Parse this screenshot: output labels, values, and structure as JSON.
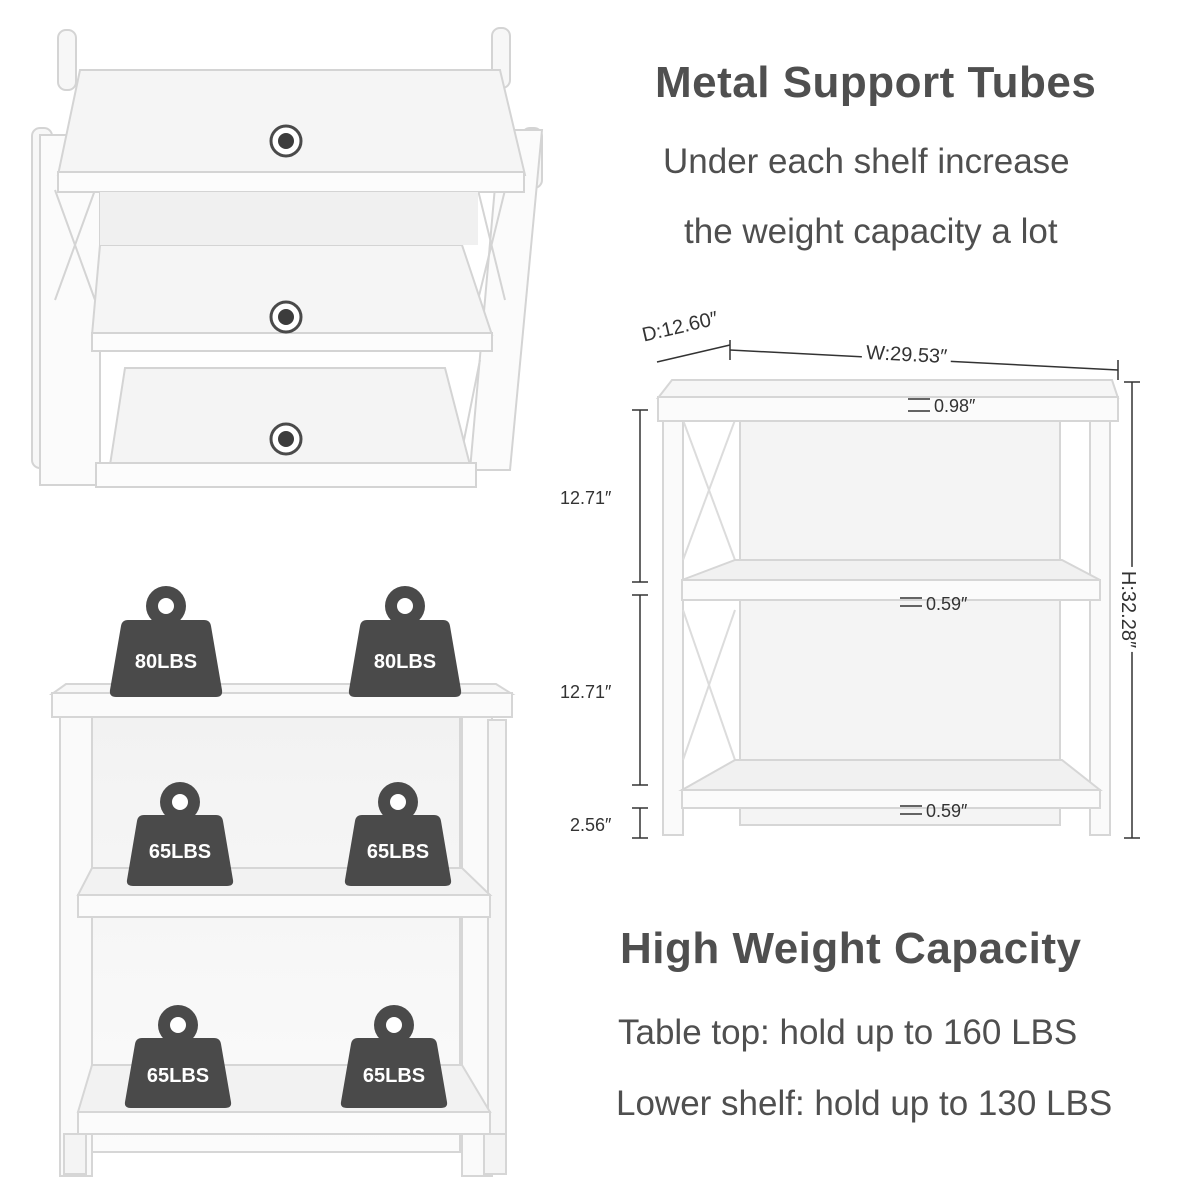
{
  "top_right": {
    "title": "Metal Support Tubes",
    "line1": "Under each shelf increase",
    "line2": "the weight capacity a lot"
  },
  "dimensions": {
    "depth": "D:12.60″",
    "width": "W:29.53″",
    "height": "H:32.28″",
    "top_thickness": "0.98″",
    "mid_shelf_thickness": "0.59″",
    "bottom_shelf_thickness": "0.59″",
    "upper_gap": "12.71″",
    "lower_gap": "12.71″",
    "leg_clearance": "2.56″"
  },
  "weights": {
    "top_left": "80LBS",
    "top_right": "80LBS",
    "mid_left": "65LBS",
    "mid_right": "65LBS",
    "bottom_left": "65LBS",
    "bottom_right": "65LBS"
  },
  "bottom_right": {
    "title": "High Weight Capacity",
    "line1": "Table top: hold up to 160 LBS",
    "line2": "Lower shelf: hold up to 130 LBS"
  },
  "colors": {
    "frame": "#f4f4f4",
    "outline": "#d6d6d6",
    "weight_icon": "#4a4a4a",
    "heading": "#4f4f4f"
  }
}
